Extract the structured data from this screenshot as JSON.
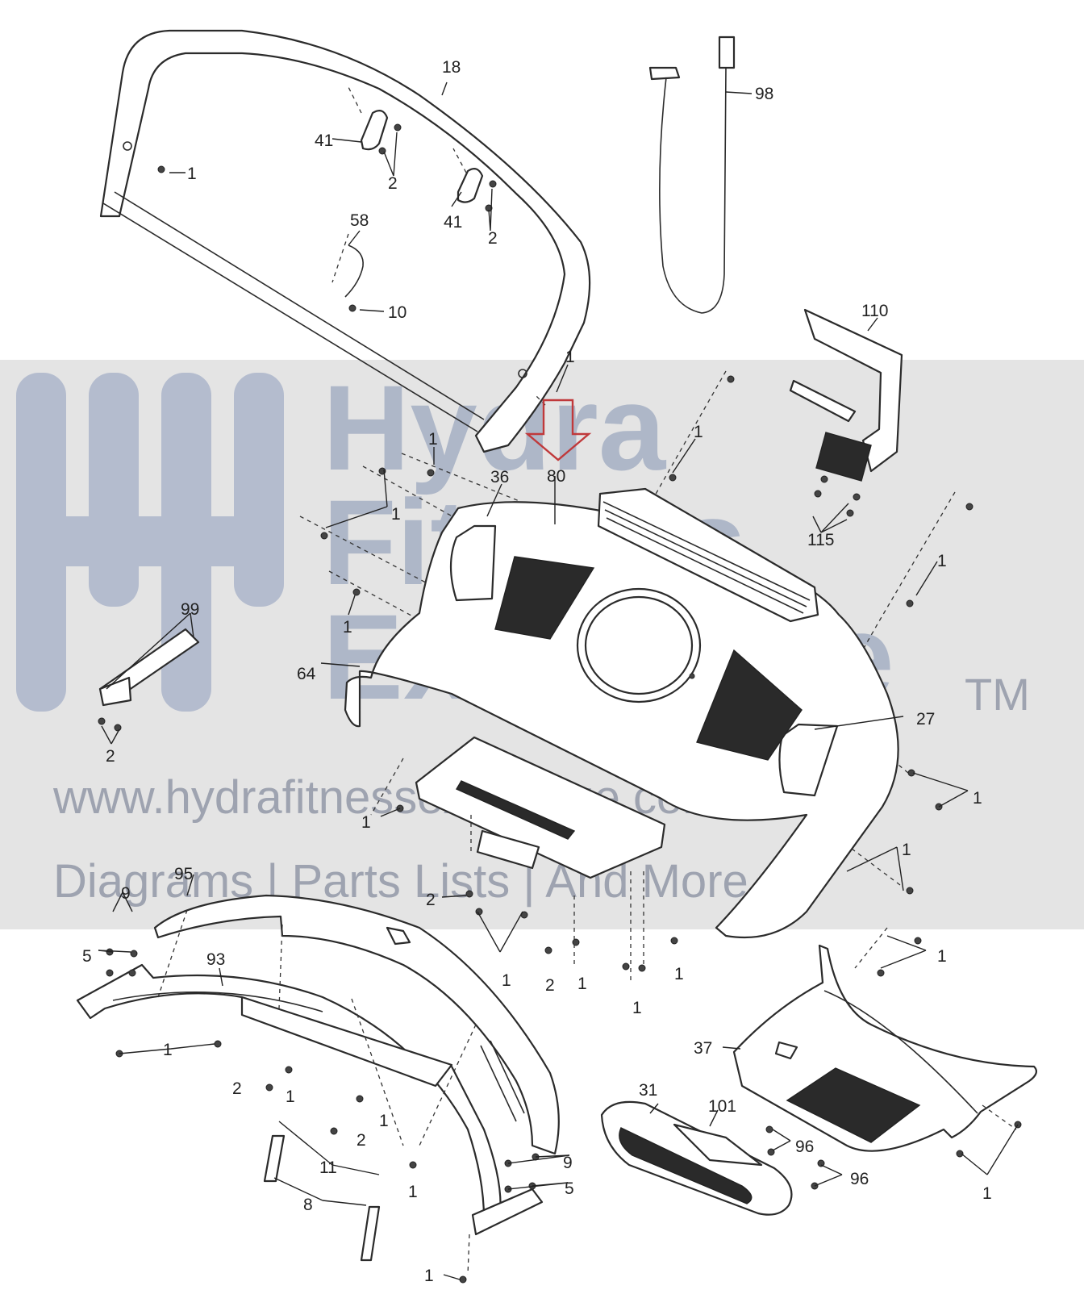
{
  "watermark": {
    "brand_line1": "Hydra",
    "brand_line2": "Fitness",
    "brand_line3": "Exchange",
    "trademark": "TM",
    "url": "www.hydrafitnessexchange.com",
    "tagline": "Diagrams | Parts Lists | And More"
  },
  "callouts": {
    "c18": "18",
    "c98": "98",
    "c41a": "41",
    "c41b": "41",
    "c2a": "2",
    "c2b": "2",
    "c1a": "1",
    "c58": "58",
    "c10": "10",
    "c110": "110",
    "c1b": "1",
    "c80": "80",
    "c36": "36",
    "c1c": "1",
    "c1d": "1",
    "c1e": "1",
    "c115": "115",
    "c1f": "1",
    "c1g": "1",
    "c99": "99",
    "c64": "64",
    "c27": "27",
    "c2c": "2",
    "c1h": "1",
    "c1i": "1",
    "c1j": "1",
    "c95": "95",
    "c9a": "9",
    "c2d": "2",
    "c5a": "5",
    "c93": "93",
    "c1k": "1",
    "c2e": "2",
    "c1l": "1",
    "c1m": "1",
    "c1n": "1",
    "c1o": "1",
    "c1p": "1",
    "c37": "37",
    "c2f": "2",
    "c1q": "1",
    "c1r": "1",
    "c2g": "2",
    "c31": "31",
    "c101": "101",
    "c96a": "96",
    "c96b": "96",
    "c11": "11",
    "c9b": "9",
    "c5b": "5",
    "c1s": "1",
    "c8": "8",
    "c1t": "1",
    "c1u": "1"
  },
  "highlight_color": "#c0393b"
}
